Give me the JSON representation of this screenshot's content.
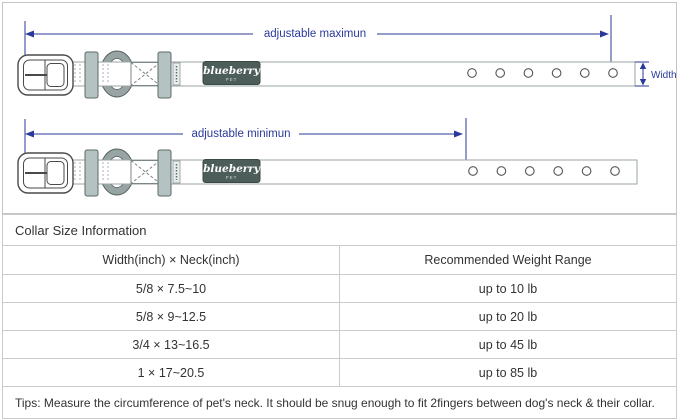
{
  "diagram": {
    "max_label": "adjustable maximun",
    "min_label": "adjustable minimun",
    "width_label": "Width",
    "brand": {
      "name": "blueberry",
      "sub": "PET"
    },
    "holes_per_collar": 6,
    "colors": {
      "dimension_accent": "#2b3a9a",
      "keeper": "#b4c3c1",
      "ring": "#98a4a4",
      "label_bg": "#4d5d59"
    }
  },
  "table": {
    "title": "Collar Size Information",
    "columns": {
      "size": "Width(inch) × Neck(inch)",
      "weight": "Recommended Weight Range"
    },
    "rows": [
      {
        "size": "5/8 × 7.5~10",
        "weight": "up to 10 lb"
      },
      {
        "size": "5/8 × 9~12.5",
        "weight": "up to 20 lb"
      },
      {
        "size": "3/4 × 13~16.5",
        "weight": "up to 45 lb"
      },
      {
        "size": "1 × 17~20.5",
        "weight": "up to 85 lb"
      }
    ],
    "tips": "Tips: Measure the circumference of pet's neck. It should be snug enough to fit 2fingers between dog's neck & their collar."
  }
}
